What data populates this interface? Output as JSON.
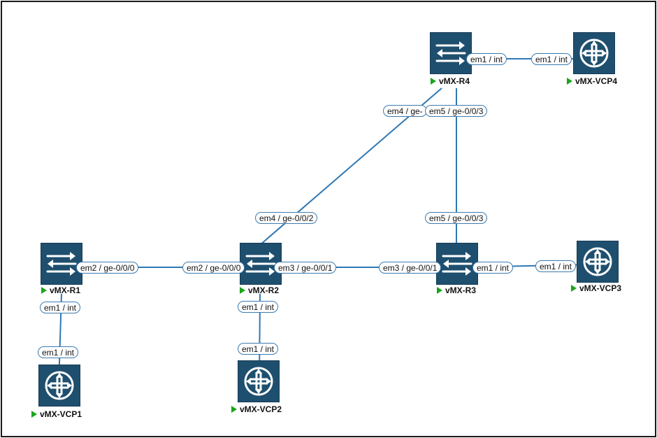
{
  "colors": {
    "node_fill": "#1f4f6e",
    "link": "#2f78b4",
    "label_border": "#3b7bb0",
    "run_indicator": "#1aa51a"
  },
  "nodes": {
    "r4": {
      "label": "vMX-R4",
      "kind": "switch",
      "icon": "switch-arrows-icon"
    },
    "vcp4": {
      "label": "vMX-VCP4",
      "kind": "router",
      "icon": "router-arrows-icon"
    },
    "r1": {
      "label": "vMX-R1",
      "kind": "switch",
      "icon": "switch-arrows-icon"
    },
    "r2": {
      "label": "vMX-R2",
      "kind": "switch",
      "icon": "switch-arrows-icon"
    },
    "r3": {
      "label": "vMX-R3",
      "kind": "switch",
      "icon": "switch-arrows-icon"
    },
    "vcp3": {
      "label": "vMX-VCP3",
      "kind": "router",
      "icon": "router-arrows-icon"
    },
    "vcp1": {
      "label": "vMX-VCP1",
      "kind": "router",
      "icon": "router-arrows-icon"
    },
    "vcp2": {
      "label": "vMX-VCP2",
      "kind": "router",
      "icon": "router-arrows-icon"
    }
  },
  "interfaces": {
    "r4_vcp4_a": "em1 / int",
    "r4_vcp4_b": "em1 / int",
    "r4_r2_a": "em4 / ge-",
    "r4_r3_a": "em5 / ge-0/0/3",
    "r4_r2_b": "em4 / ge-0/0/2",
    "r4_r3_b": "em5 / ge-0/0/3",
    "r1_r2_a": "em2 / ge-0/0/0",
    "r1_r2_b": "em2 / ge-0/0/0",
    "r2_r3_a": "em3 / ge-0/0/1",
    "r2_r3_b": "em3 / ge-0/0/1",
    "r3_vcp3_a": "em1 / int",
    "r3_vcp3_b": "em1 / int",
    "r1_vcp1_a": "em1 / int",
    "r1_vcp1_b": "em1 / int",
    "r2_vcp2_a": "em1 / int",
    "r2_vcp2_b": "em1 / int"
  }
}
